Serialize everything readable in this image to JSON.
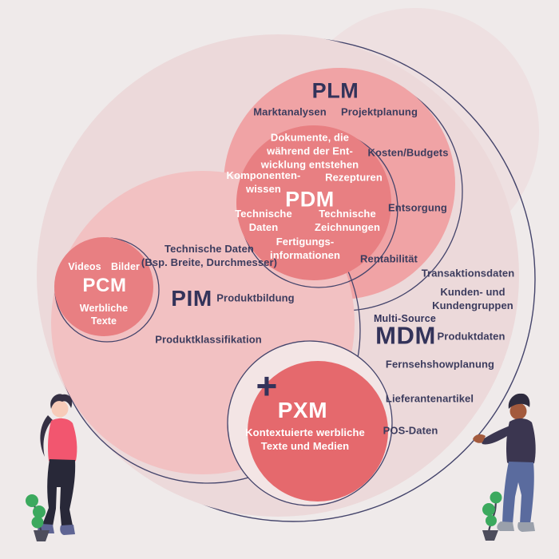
{
  "colors": {
    "background": "#efeaea",
    "outline": "#44446b",
    "blob_fill": "#eee0e1",
    "mdm_fill": "#ecd9da",
    "plm_fill": "#f0a3a5",
    "pim_fill": "#f2c1c2",
    "pdm_fill": "#e87f82",
    "pcm_fill": "#e87f82",
    "pxm_ring_fill": "#f3e5e5",
    "pxm_fill": "#e5696d",
    "navy_text": "#3c3c5e",
    "white_text": "#ffffff",
    "plant_green": "#3ca95e"
  },
  "plm": {
    "title": "PLM",
    "labels": {
      "marktanalysen": "Marktanalysen",
      "projektplanung": "Projektplanung",
      "kosten_budgets": "Kosten/Budgets",
      "entsorgung": "Entsorgung",
      "rentabilitaet": "Rentabilität"
    }
  },
  "pdm": {
    "title": "PDM",
    "labels": {
      "dokumente": "Dokumente, die\nwährend der Ent-\nwicklung entstehen",
      "komponentenwissen": "Komponenten-\nwissen",
      "rezepturen": "Rezepturen",
      "technische_daten": "Technische\nDaten",
      "technische_zeichnungen": "Technische\nZeichnungen",
      "fertigungsinformationen": "Fertigungs-\ninformationen"
    }
  },
  "pim": {
    "title": "PIM",
    "labels": {
      "technische_daten": "Technische Daten\n(Bsp. Breite, Durchmesser)",
      "produktbildung": "Produktbildung",
      "produktklassifikation": "Produktklassifikation"
    }
  },
  "pcm": {
    "title": "PCM",
    "labels": {
      "videos": "Videos",
      "bilder": "Bilder",
      "werbliche_texte": "Werbliche\nTexte"
    }
  },
  "pxm": {
    "title": "PXM",
    "plus": "+",
    "labels": {
      "kontextuierte": "Kontextuierte werbliche\nTexte und Medien"
    }
  },
  "mdm": {
    "eyebrow": "Multi-Source",
    "title": "MDM",
    "labels": {
      "transaktionsdaten": "Transaktionsdaten",
      "kunden": "Kunden- und\nKundengruppen",
      "produktdaten": "Produktdaten",
      "fernsehshowplanung": "Fernsehshowplanung",
      "lieferantenartikel": "Lieferantenartikel",
      "pos_daten": "POS-Daten"
    }
  }
}
